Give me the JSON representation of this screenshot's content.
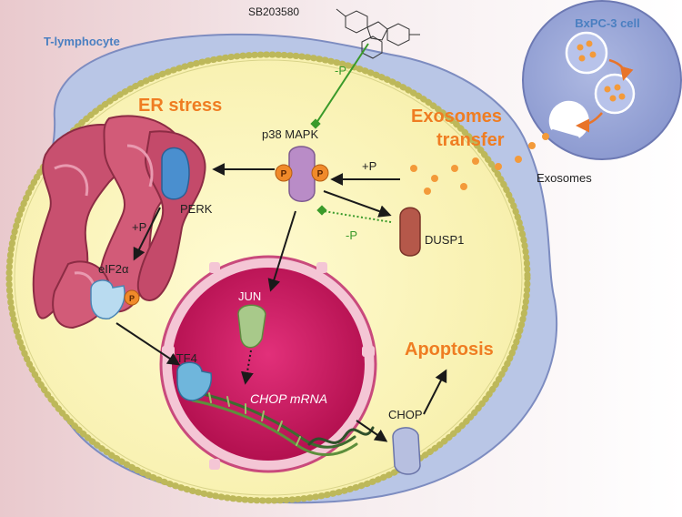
{
  "labels": {
    "t_lymphocyte": "T-lymphocyte",
    "bxpc3": "BxPC-3 cell",
    "drug": "SB203580",
    "er_stress": "ER stress",
    "exosomes_transfer_1": "Exosomes",
    "exosomes_transfer_2": "transfer",
    "exosomes": "Exosomes",
    "p38": "p38 MAPK",
    "perk": "PERK",
    "dusp1": "DUSP1",
    "eif2a": "eIF2α",
    "jun": "JUN",
    "atf4": "ATF4",
    "chop_mrna": "CHOP mRNA",
    "chop": "CHOP",
    "apoptosis": "Apoptosis",
    "plus_p_1": "+P",
    "plus_p_2": "+P",
    "minus_p_1": "-P",
    "minus_p_2": "-P",
    "p_symbol": "P"
  },
  "colors": {
    "label_orange": "#ef7d22",
    "label_blue": "#4a7fc1",
    "inhibit_green": "#3a9a2a",
    "cytoplasm": "#fbf7c4",
    "nucleus": "#d01a67",
    "er": "#c74a6c",
    "cell_blue": "#9aa9d6"
  }
}
